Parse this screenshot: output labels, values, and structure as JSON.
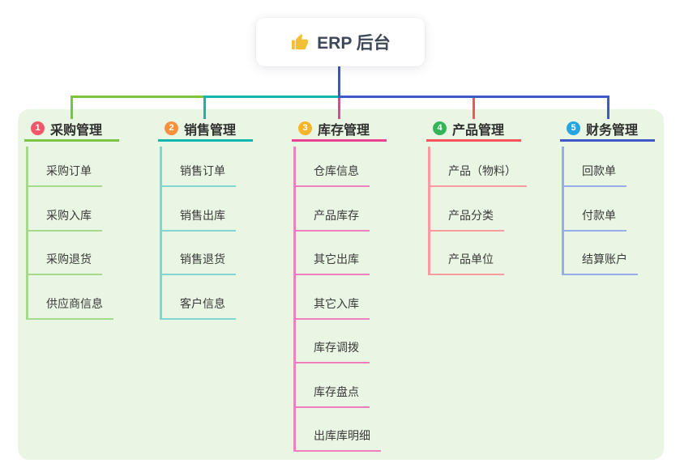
{
  "root": {
    "label": "ERP 后台",
    "icon": "thumbs-up-icon"
  },
  "colors": {
    "page_background": "#ffffff",
    "panel_background": "#e9f6e3",
    "root_connector": "#3c56c9",
    "root_text": "#3d4757",
    "child_text": "#3a3a3a",
    "thumb_icon": "#f2c036"
  },
  "branches": [
    {
      "number": "1",
      "label": "采购管理",
      "badge_color": "#f3566a",
      "line_color": "#7dc242",
      "child_line_color": "#a6d98b",
      "children": [
        "采购订单",
        "采购入库",
        "采购退货",
        "供应商信息"
      ]
    },
    {
      "number": "2",
      "label": "销售管理",
      "badge_color": "#f6913e",
      "line_color": "#13b5b1",
      "child_line_color": "#82d5d0",
      "children": [
        "销售订单",
        "销售出库",
        "销售退货",
        "客户信息"
      ]
    },
    {
      "number": "3",
      "label": "库存管理",
      "badge_color": "#f7b52c",
      "line_color": "#e84292",
      "child_line_color": "#f07fc0",
      "children": [
        "仓库信息",
        "产品库存",
        "其它出库",
        "其它入库",
        "库存调拨",
        "库存盘点",
        "出库库明细"
      ]
    },
    {
      "number": "4",
      "label": "产品管理",
      "badge_color": "#35b558",
      "line_color": "#f4545e",
      "child_line_color": "#f79ba1",
      "children": [
        "产品（物料）",
        "产品分类",
        "产品单位"
      ]
    },
    {
      "number": "5",
      "label": "财务管理",
      "badge_color": "#27a5e1",
      "line_color": "#3e57c9",
      "child_line_color": "#98ace8",
      "children": [
        "回款单",
        "付款单",
        "结算账户"
      ]
    }
  ]
}
